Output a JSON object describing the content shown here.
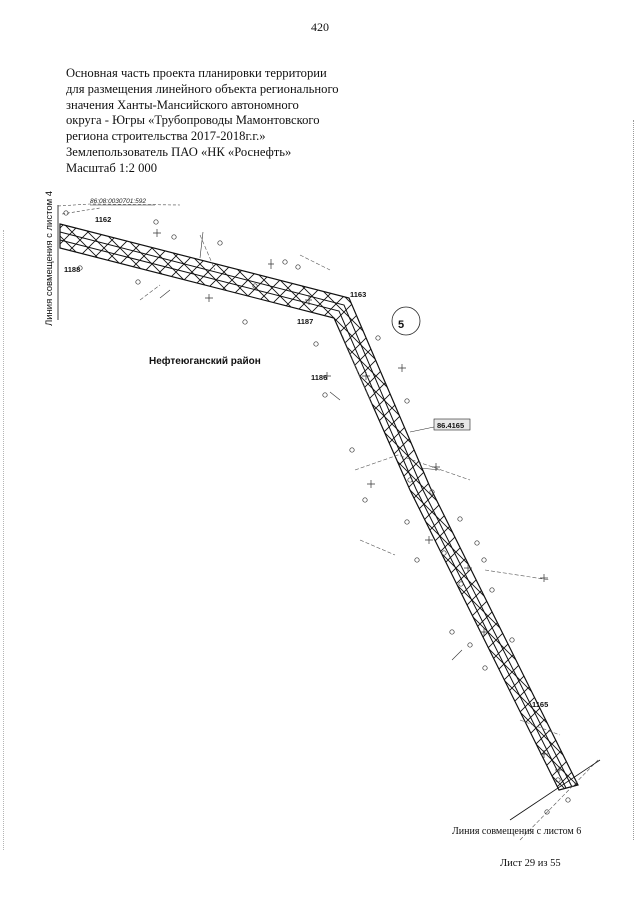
{
  "page": {
    "number": "420"
  },
  "title_lines": [
    "Основная часть проекта планировки территории",
    "для размещения линейного объекта регионального",
    "значения Ханты-Мансийского автономного",
    "округа - Югры «Трубопроводы Мамонтовского",
    "региона строительства 2017-2018г.г.»",
    "Землепользователь ПАО «НК «Роснефть»",
    "Масштаб 1:2 000"
  ],
  "labels": {
    "left_match_line": "Линия совмещения с листом 4",
    "bottom_match_line": "Линия совмещения с листом 6",
    "sheet": "Лист 29 из 55"
  },
  "map": {
    "district": "Нефтеюганский район",
    "cadastral_number": "86:08:0030701:592",
    "plot_number": "86.4165",
    "circle_number": "5",
    "points": [
      "1162",
      "1188",
      "1163",
      "1187",
      "1186",
      "1165"
    ]
  }
}
